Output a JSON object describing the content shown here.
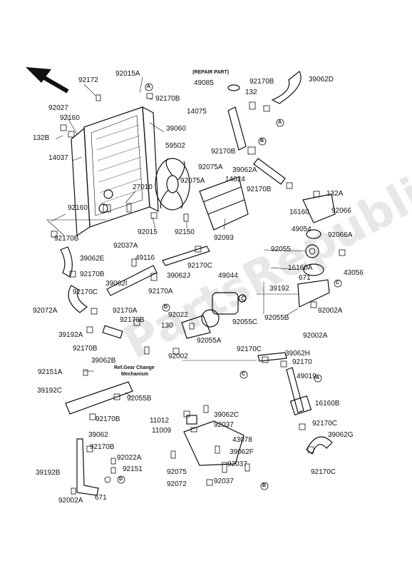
{
  "diagram": {
    "repair_part_label": "(REPAIR PART)",
    "ref_note_line1": "Ref.Gear Change",
    "ref_note_line2": "Mechanism",
    "watermark_text": "PartsRepublik",
    "callout_letters": [
      "A",
      "B",
      "C",
      "D"
    ],
    "part_labels": {
      "p92172": "92172",
      "p92015A": "92015A",
      "p92170B_1": "92170B",
      "p49085": "49085",
      "p132": "132",
      "p92170B_2": "92170B",
      "p39062D": "39062D",
      "p92027": "92027",
      "p92160_1": "92160",
      "p132B": "132B",
      "p39060": "39060",
      "p14075": "14075",
      "p14037": "14037",
      "p59502": "59502",
      "p92170B_3": "92170B",
      "p92075A_1": "92075A",
      "p39062A": "39062A",
      "p14024": "14024",
      "p27010": "27010",
      "p92075A_2": "92075A",
      "p92170B_4": "92170B",
      "p132A": "132A",
      "p92160_2": "92160",
      "p16160": "16160",
      "p92066": "92066",
      "p92015": "92015",
      "p92150": "92150",
      "p92093": "92093",
      "p49054": "49054",
      "p92066A": "92066A",
      "p92170B_5": "92170B",
      "p92037A": "92037A",
      "p92055": "92055",
      "p39062E": "39062E",
      "p49116": "49116",
      "p92170C_1": "92170C",
      "p16160A": "16160A",
      "p43056": "43056",
      "p39062J": "39062J",
      "p49044": "49044",
      "p671_1": "671",
      "p92170B_6": "92170B",
      "p39062I": "39062I",
      "p39192_1": "39192",
      "p92170C_2": "92170C",
      "p92170A_1": "92170A",
      "p92072A": "92072A",
      "p92170A_2": "92170A",
      "p92022": "92022",
      "p92055C": "92055C",
      "p92055B_1": "92055B",
      "p92002A_1": "92002A",
      "p92170B_7": "92170B",
      "p130": "130",
      "p39192A": "39192A",
      "p92170B_8": "92170B",
      "p92055A": "92055A",
      "p92002A_2": "92002A",
      "p92002": "92002",
      "p39062B": "39062B",
      "p92170C_3": "92170C",
      "p39062H": "39062H",
      "p92170_1": "92170",
      "p92151A": "92151A",
      "p49019": "49019",
      "p39192C": "39192C",
      "p92055B_2": "92055B",
      "p16160B": "16160B",
      "p92170B_9": "92170B",
      "p11012": "11012",
      "p39062C": "39062C",
      "p11009": "11009",
      "p92037_1": "92037",
      "p43078": "43078",
      "p92170C_4": "92170C",
      "p39062": "39062",
      "p39062G": "39062G",
      "p92170B_10": "92170B",
      "p92022A": "92022A",
      "p39062F": "39062F",
      "p39192B": "39192B",
      "p92151": "92151",
      "p92037_2": "92037",
      "p92075": "92075",
      "p92170C_5": "92170C",
      "p92072": "92072",
      "p92037_3": "92037",
      "p671_2": "671",
      "p92002A_3": "92002A"
    }
  },
  "colors": {
    "line": "#111111",
    "background": "#ffffff",
    "watermark": "#aaaaaa"
  }
}
